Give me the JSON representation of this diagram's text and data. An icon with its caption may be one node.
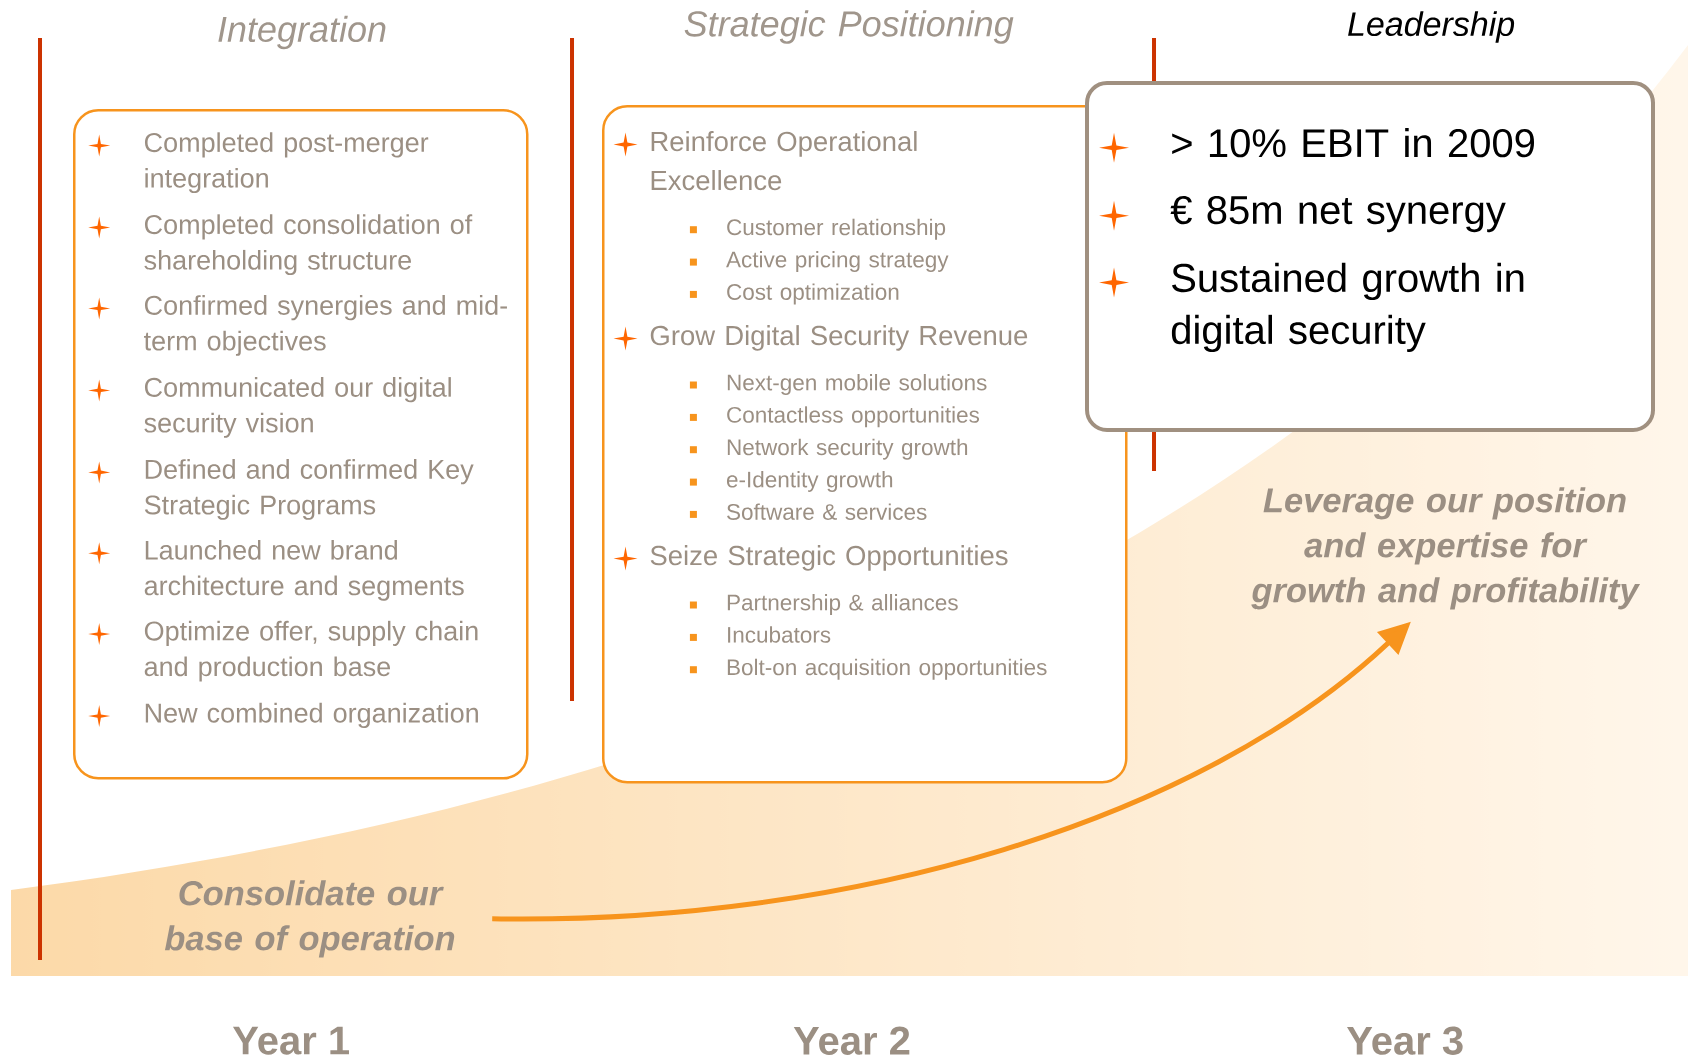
{
  "diagram": {
    "nodes": [
      {
        "text": [
          "Integration",
          "Completed post-merger integration",
          "Completed consolidation of shareholding structure",
          "Confirmed synergies and mid-term objectives",
          "Communicated our digital security vision",
          "Defined and confirmed Key Strategic Programs",
          "Launched new brand architecture and segments",
          "Optimize offer, supply chain and production base",
          "New combined organization"
        ]
      },
      {
        "text": [
          "Strategic Positioning",
          "Reinforce Operational Excellence",
          "Customer relationship",
          "Active pricing strategy",
          "Cost optimization",
          "Grow Digital Security Revenue",
          "Next-gen mobile solutions",
          "Contactless opportunities",
          "Network security growth",
          "e-Identity growth",
          "Software & services",
          "Seize Strategic Opportunities",
          "Partnership & alliances",
          "Incubators",
          "Bolt-on acquisition opportunities"
        ]
      },
      {
        "text": [
          "Leadership",
          "> 10% EBIT in 2009",
          "€ 85m net synergy",
          "Sustained growth in digital security"
        ]
      },
      {
        "text": [
          "Consolidate our base of operation"
        ]
      },
      {
        "text": [
          "Leverage our position and expertise for growth and profitability"
        ]
      }
    ],
    "edges": [
      {
        "from": 3,
        "to": 4,
        "arrow": "to"
      }
    ],
    "labels": [
      "Year 1",
      "Year 2",
      "Year 3"
    ]
  }
}
